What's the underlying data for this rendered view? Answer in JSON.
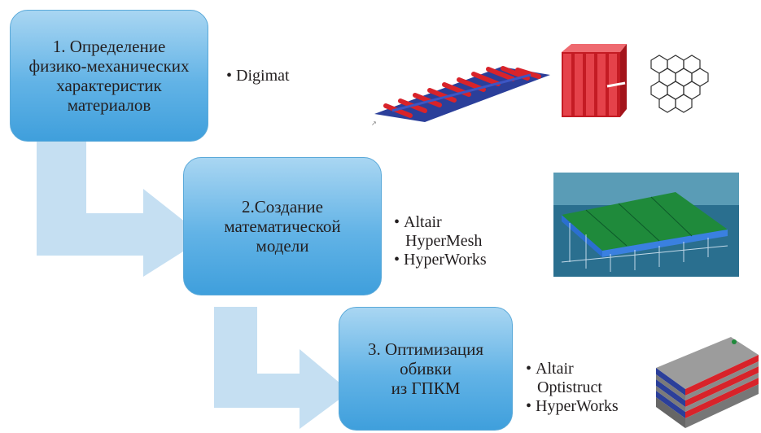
{
  "steps": [
    {
      "text": "1. Определение\nфизико-механических\nхарактеристик\nматериалов",
      "tools": [
        "Digimat"
      ]
    },
    {
      "text": "2.Создание\nматематической\nмодели",
      "tools": [
        "Altair\nHyperMesh",
        "HyperWorks"
      ]
    },
    {
      "text": "3. Оптимизация\nобивки\nиз ГПКМ",
      "tools": [
        "Altair\nOptistruct",
        "HyperWorks"
      ]
    }
  ],
  "colors": {
    "box_light": "#a9d6f2",
    "box_dark": "#3f9fdc",
    "arrow": "#c5dff2",
    "fiber_red": "#d8232a",
    "fiber_blue": "#2b3f9a",
    "mesh_green": "#1f8a3b"
  },
  "icons": [
    "woven-composite-icon",
    "honeycomb-block-icon",
    "honeycomb-wireframe-icon",
    "wing-mesh-model-icon",
    "layered-panel-icon"
  ]
}
